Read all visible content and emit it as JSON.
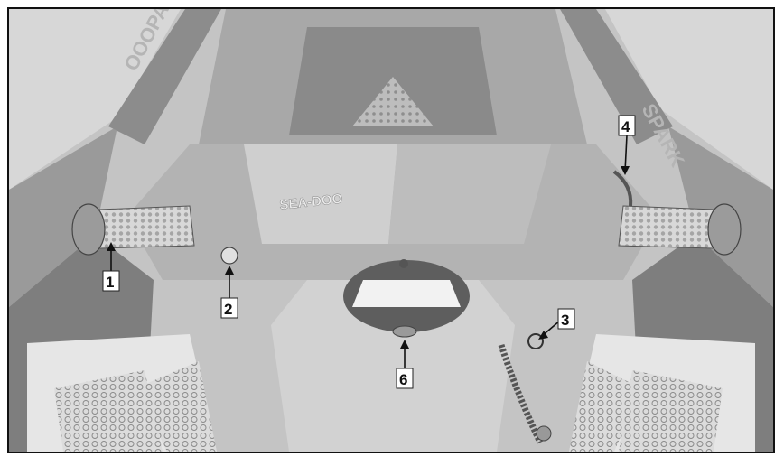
{
  "figure": {
    "brand_marking": "SEA-DOO",
    "hull_text_left": "OOOPAB",
    "hull_text_right": "SPARK",
    "colors": {
      "background": "#c9c9c9",
      "panel_light": "#e3e3e3",
      "panel_dark": "#6f6f6f",
      "outline": "#111111"
    }
  },
  "callouts": [
    {
      "id": "1",
      "label": "1"
    },
    {
      "id": "2",
      "label": "2"
    },
    {
      "id": "3",
      "label": "3"
    },
    {
      "id": "4",
      "label": "4"
    },
    {
      "id": "6",
      "label": "6"
    }
  ]
}
